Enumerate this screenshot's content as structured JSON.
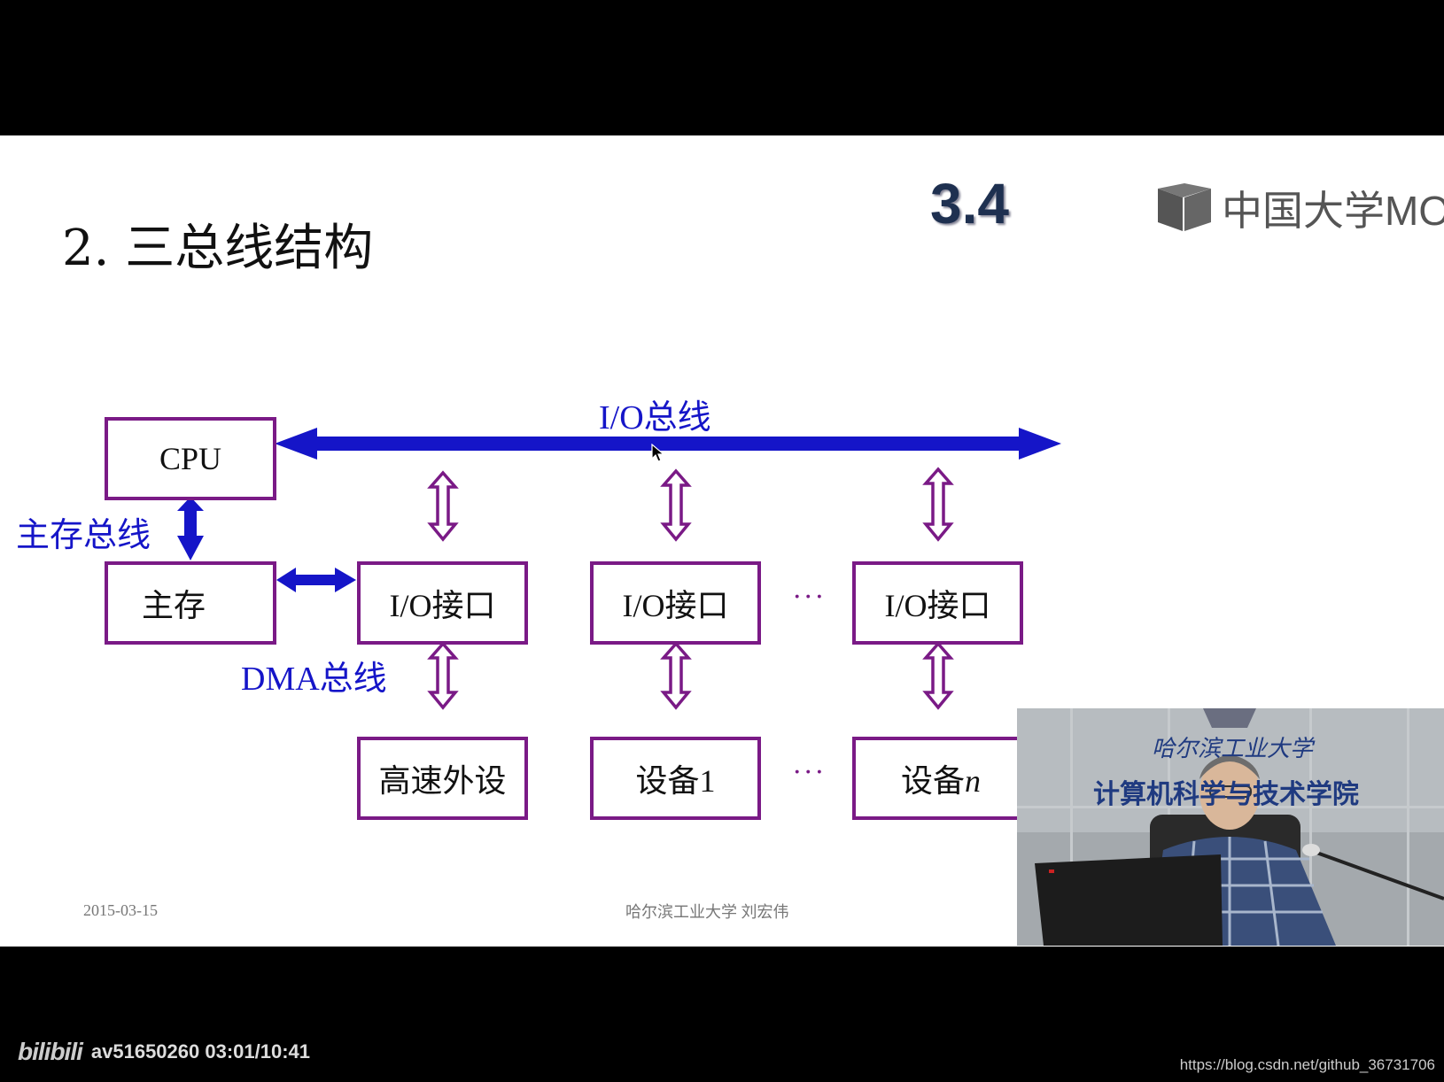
{
  "slide": {
    "title": "2. 三总线结构",
    "section_number": "3.4",
    "logo_text": "中国大学MOOC",
    "date": "2015-03-15",
    "footer_center": "哈尔滨工业大学   刘宏伟"
  },
  "diagram": {
    "cpu": "CPU",
    "main_memory": "主存",
    "io_interface": "I/O接口",
    "high_speed_device": "高速外设",
    "device_1": "设备1",
    "device_n_prefix": "设备",
    "device_n_suffix": "n",
    "io_bus_label": "I/O总线",
    "memory_bus_label": "主存总线",
    "dma_bus_label": "DMA总线",
    "ellipsis": "···"
  },
  "video_overlay": {
    "university_text": "哈尔滨工业大学",
    "school_text": "计算机科学与技术学院"
  },
  "player": {
    "logo": "bilibili",
    "info": "av51650260 03:01/10:41",
    "watermark_url": "https://blog.csdn.net/github_36731706"
  },
  "colors": {
    "box_border": "#7a1a86",
    "bus_blue": "#1515c8",
    "background": "#000000"
  }
}
